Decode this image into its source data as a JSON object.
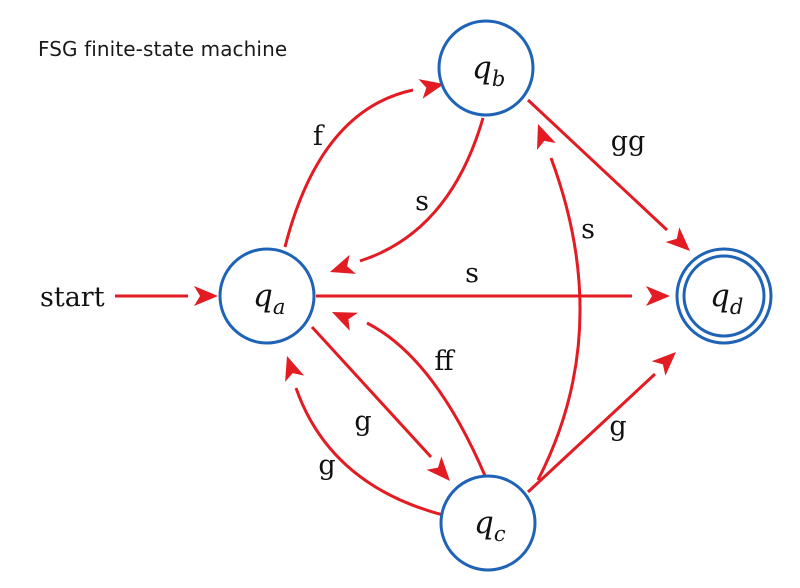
{
  "title": "FSG finite-state machine",
  "colors": {
    "state_outline": "#1f63b7",
    "transition": "#e31b23",
    "text": "#111111"
  },
  "start_label": "start",
  "states": [
    {
      "id": "qa",
      "base": "q",
      "sub": "a",
      "accepting": false
    },
    {
      "id": "qb",
      "base": "q",
      "sub": "b",
      "accepting": false
    },
    {
      "id": "qc",
      "base": "q",
      "sub": "c",
      "accepting": false
    },
    {
      "id": "qd",
      "base": "q",
      "sub": "d",
      "accepting": true
    }
  ],
  "transitions": [
    {
      "from": "qa",
      "to": "qb",
      "label": "f"
    },
    {
      "from": "qb",
      "to": "qa",
      "label": "s"
    },
    {
      "from": "qb",
      "to": "qd",
      "label": "gg"
    },
    {
      "from": "qa",
      "to": "qd",
      "label": "s"
    },
    {
      "from": "qc",
      "to": "qb",
      "label": "s"
    },
    {
      "from": "qc",
      "to": "qa",
      "label": "ff"
    },
    {
      "from": "qa",
      "to": "qc",
      "label": "g"
    },
    {
      "from": "qc",
      "to": "qa",
      "label": "g"
    },
    {
      "from": "qc",
      "to": "qd",
      "label": "g"
    }
  ]
}
